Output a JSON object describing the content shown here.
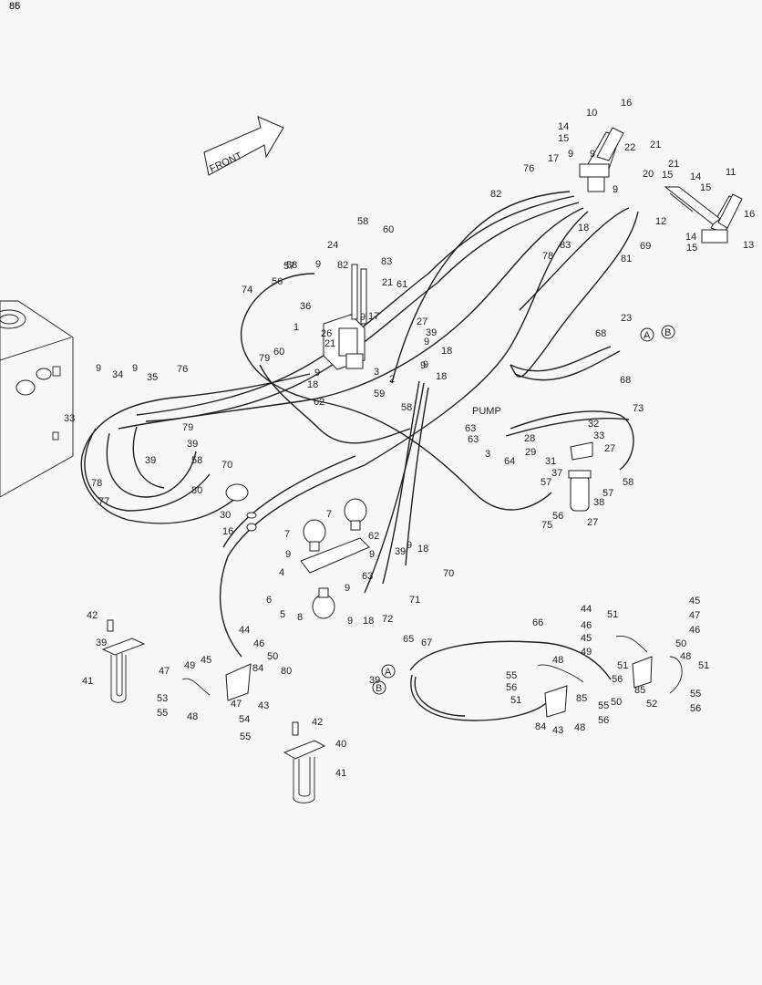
{
  "diagram": {
    "front_label": "FRONT",
    "pump_label": "PUMP",
    "circle_refs": [
      "A",
      "B",
      "A",
      "B"
    ],
    "callouts": [
      "1",
      "2",
      "3",
      "3",
      "4",
      "5",
      "6",
      "7",
      "7",
      "8",
      "9",
      "9",
      "9",
      "9",
      "9",
      "9",
      "9",
      "9",
      "9",
      "9",
      "9",
      "9",
      "9",
      "9",
      "9",
      "9",
      "10",
      "11",
      "12",
      "13",
      "14",
      "14",
      "14",
      "15",
      "15",
      "15",
      "15",
      "16",
      "16",
      "16",
      "17",
      "17",
      "18",
      "18",
      "18",
      "18",
      "18",
      "18",
      "20",
      "21",
      "21",
      "21",
      "21",
      "22",
      "23",
      "24",
      "26",
      "27",
      "27",
      "27",
      "28",
      "29",
      "30",
      "31",
      "32",
      "33",
      "33",
      "34",
      "35",
      "36",
      "37",
      "38",
      "39",
      "39",
      "39",
      "39",
      "39",
      "39",
      "40",
      "41",
      "41",
      "42",
      "42",
      "43",
      "43",
      "44",
      "44",
      "45",
      "45",
      "45",
      "46",
      "46",
      "46",
      "47",
      "47",
      "47",
      "48",
      "48",
      "48",
      "48",
      "49",
      "49",
      "50",
      "50",
      "50",
      "51",
      "51",
      "51",
      "51",
      "52",
      "53",
      "54",
      "55",
      "55",
      "55",
      "55",
      "55",
      "56",
      "56",
      "56",
      "56",
      "56",
      "56",
      "57",
      "57",
      "57",
      "58",
      "58",
      "58",
      "58",
      "58",
      "59",
      "60",
      "60",
      "61",
      "62",
      "62",
      "63",
      "63",
      "63",
      "64",
      "65",
      "66",
      "67",
      "68",
      "68",
      "69",
      "70",
      "70",
      "71",
      "72",
      "73",
      "74",
      "75",
      "76",
      "76",
      "77",
      "78",
      "78",
      "79",
      "79",
      "80",
      "80",
      "81",
      "82",
      "82",
      "83",
      "83",
      "84",
      "84",
      "85",
      "85",
      "85",
      "86"
    ]
  }
}
